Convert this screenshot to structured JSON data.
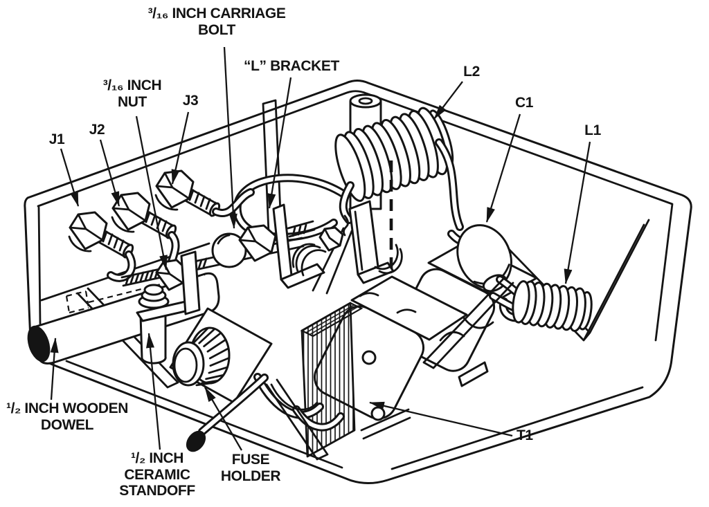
{
  "figure": {
    "background": "#ffffff",
    "ink": "#141414",
    "labels": {
      "j1": {
        "text": "J1"
      },
      "j2": {
        "text": "J2"
      },
      "j3": {
        "text": "J3"
      },
      "nut_316": {
        "line1": "³/₁₆ INCH",
        "line2": "NUT"
      },
      "carriage_bolt": {
        "line1": "³/₁₆ INCH CARRIAGE",
        "line2": "BOLT"
      },
      "l_bracket": {
        "text": "“L” BRACKET"
      },
      "l2": {
        "text": "L2"
      },
      "c1": {
        "text": "C1"
      },
      "l1": {
        "text": "L1"
      },
      "t1": {
        "text": "T1"
      },
      "wooden_dowel": {
        "line1": "¹/₂ INCH WOODEN",
        "line2": "DOWEL"
      },
      "ceramic_standoff": {
        "line1": "¹/₂ INCH",
        "line2": "CERAMIC",
        "line3": "STANDOFF"
      },
      "fuse_holder": {
        "line1": "FUSE",
        "line2": "HOLDER"
      }
    }
  }
}
